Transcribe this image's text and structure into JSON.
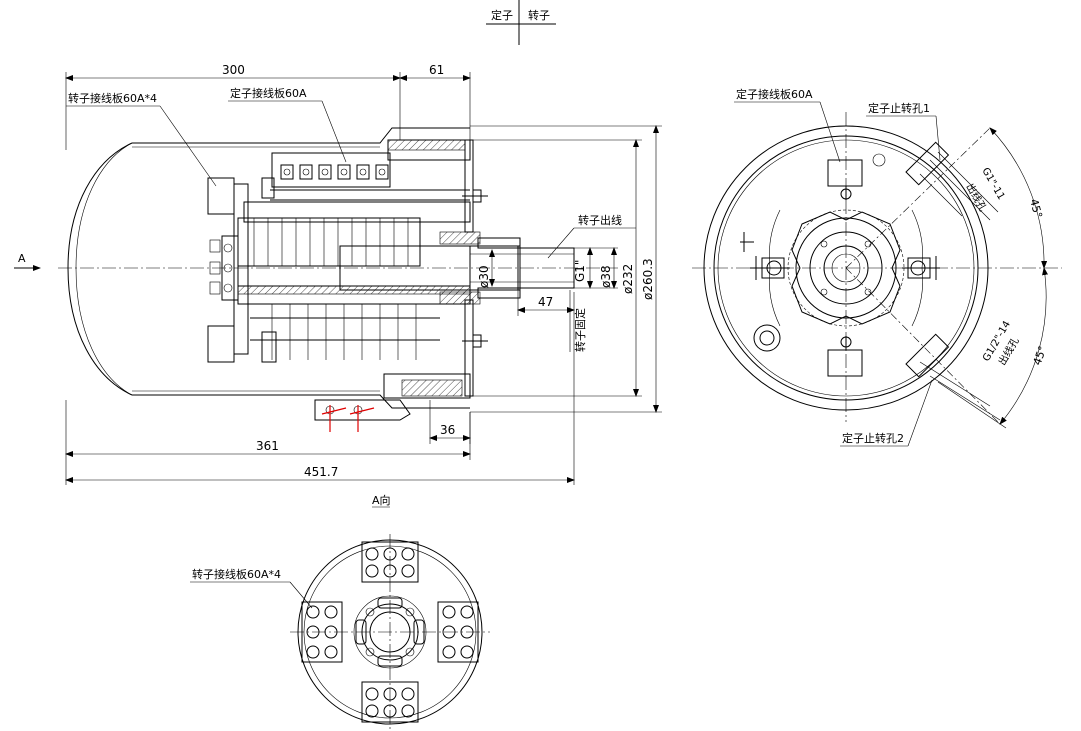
{
  "header": {
    "stator_label": "定子",
    "rotor_label": "转子"
  },
  "side_view": {
    "dims": {
      "d300": "300",
      "d61": "61",
      "d361": "361",
      "d451_7": "451.7",
      "d36": "36",
      "d47": "47",
      "phi30": "ø30",
      "phi38": "ø38",
      "phi232": "ø232",
      "phi260_3": "ø260.3",
      "g1": "G1\""
    },
    "labels": {
      "rotor_board": "转子接线板60A*4",
      "stator_board": "定子接线板60A",
      "rotor_outlet": "转子出线",
      "rotor_fixed": "转子固定",
      "view_arrow": "A"
    }
  },
  "end_view": {
    "labels": {
      "stator_board": "定子接线板60A",
      "stop_hole_1": "定子止转孔1",
      "stop_hole_2": "定子止转孔2",
      "outlet_top": "出线孔",
      "outlet_bottom": "出线孔",
      "thread_top": "G1\"-11",
      "thread_bottom": "G1/2\"-14",
      "angle_top": "45°",
      "angle_bottom": "45°"
    }
  },
  "view_a": {
    "title": "A向",
    "rotor_board": "转子接线板60A*4"
  }
}
